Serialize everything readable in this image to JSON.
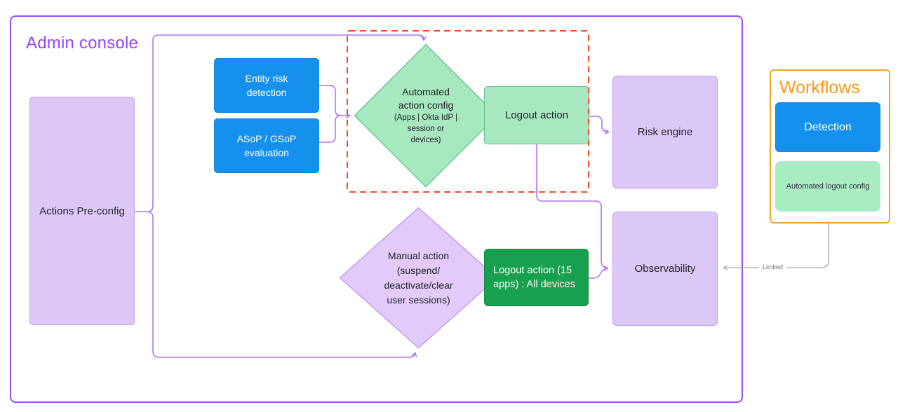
{
  "admin_console": {
    "title": "Admin console"
  },
  "workflows": {
    "title": "Workflows",
    "detection_label": "Detection",
    "auto_logout_label": "Automated logout config"
  },
  "nodes": {
    "actions_preconfig": {
      "label": "Actions Pre-config"
    },
    "entity_risk": {
      "label": "Entity risk detection"
    },
    "asop": {
      "label": "ASoP / GSoP evaluation"
    },
    "automated_diamond": {
      "title_lines": [
        "Automated",
        "action config"
      ],
      "sub_lines": [
        "(Apps | Okta IdP |",
        "session or",
        "devices)"
      ]
    },
    "logout_action": {
      "label": "Logout action"
    },
    "risk_engine": {
      "label": "Risk engine"
    },
    "manual_diamond": {
      "lines": [
        "Manual action",
        "(suspend/",
        "deactivate/clear",
        "user sessions)"
      ]
    },
    "logout_all": {
      "label": "Logout action (15 apps) : All devices"
    },
    "observability": {
      "label": "Observability"
    }
  },
  "edges": {
    "limited_label": "Limited"
  },
  "colors": {
    "admin_border": "#9c4bf2",
    "admin_title": "#9643f7",
    "connector_purple": "#b272f0",
    "purple_box_fill": "#dcc8f7",
    "purple_box_border": "#bba0e2",
    "blue_fill": "#1590ec",
    "green_fill": "#a7e8c0",
    "green_border": "#66be8e",
    "dark_green_fill": "#17a14e",
    "dashed_red": "#f84b25",
    "workflows_orange": "#f9a21e",
    "gray_line": "#a9a9a9",
    "manual_diamond_fill": "#e2cbfa",
    "manual_diamond_border": "#c49bef"
  }
}
